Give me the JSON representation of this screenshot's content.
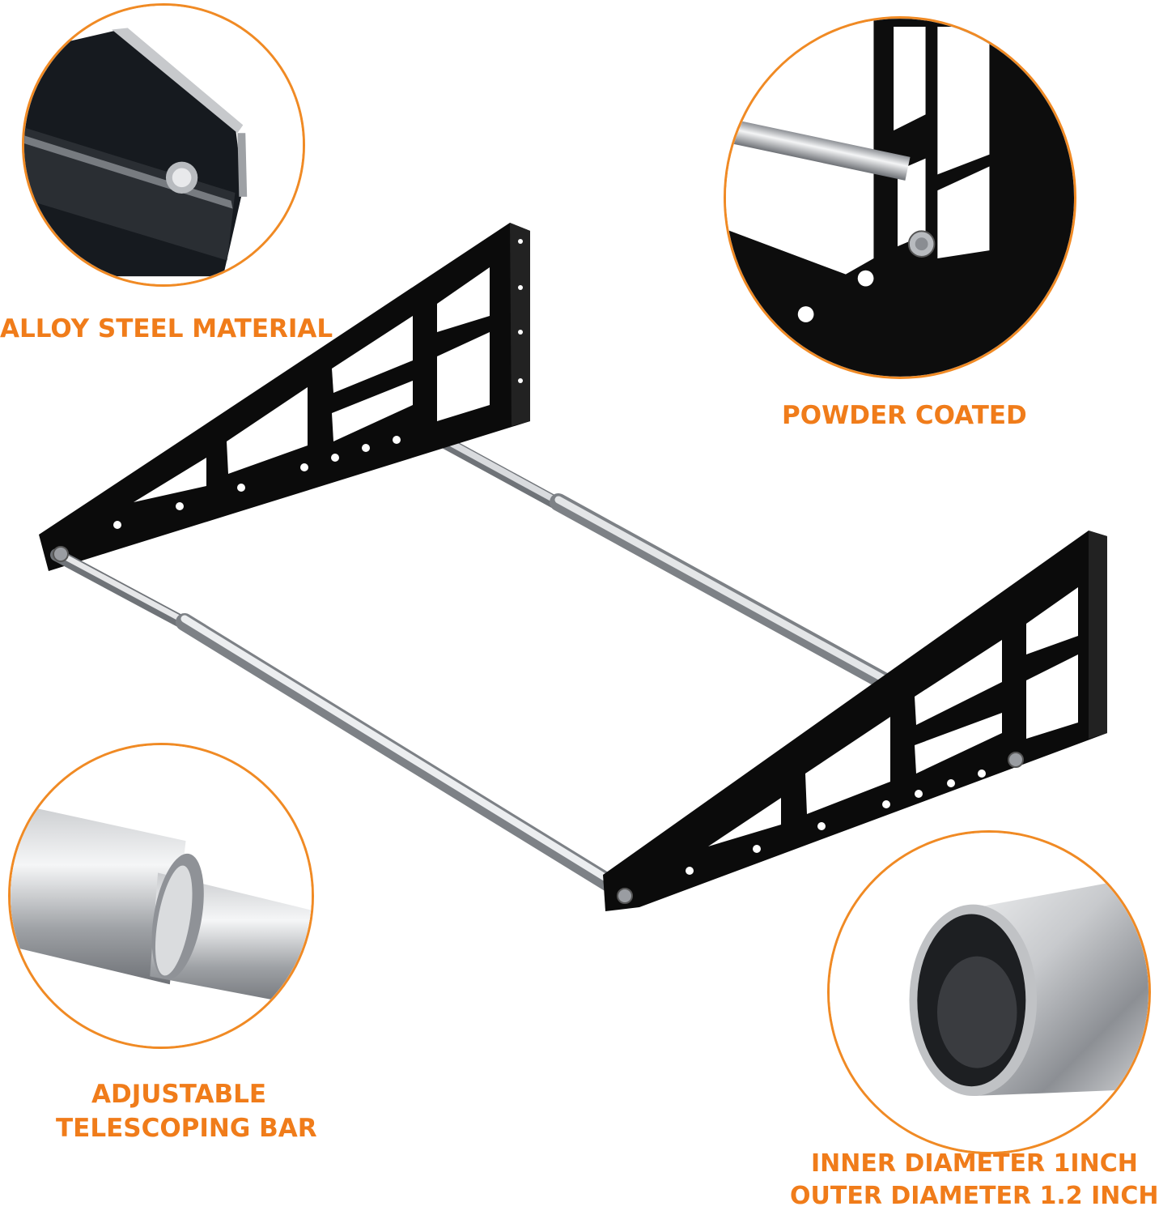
{
  "features": {
    "alloy_steel": "ALLOY STEEL MATERIAL",
    "powder_coated": "POWDER COATED",
    "telescoping_line1": "ADJUSTABLE",
    "telescoping_line2": "TELESCOPING BAR",
    "diameter_line1": "INNER DIAMETER 1INCH",
    "diameter_line2": "OUTER DIAMETER 1.2 INCH"
  },
  "colors": {
    "accent": "#f07c1a",
    "circle_border": "#f08a24",
    "bracket": "#0b0b0b",
    "bar": "#b9bcc0"
  }
}
